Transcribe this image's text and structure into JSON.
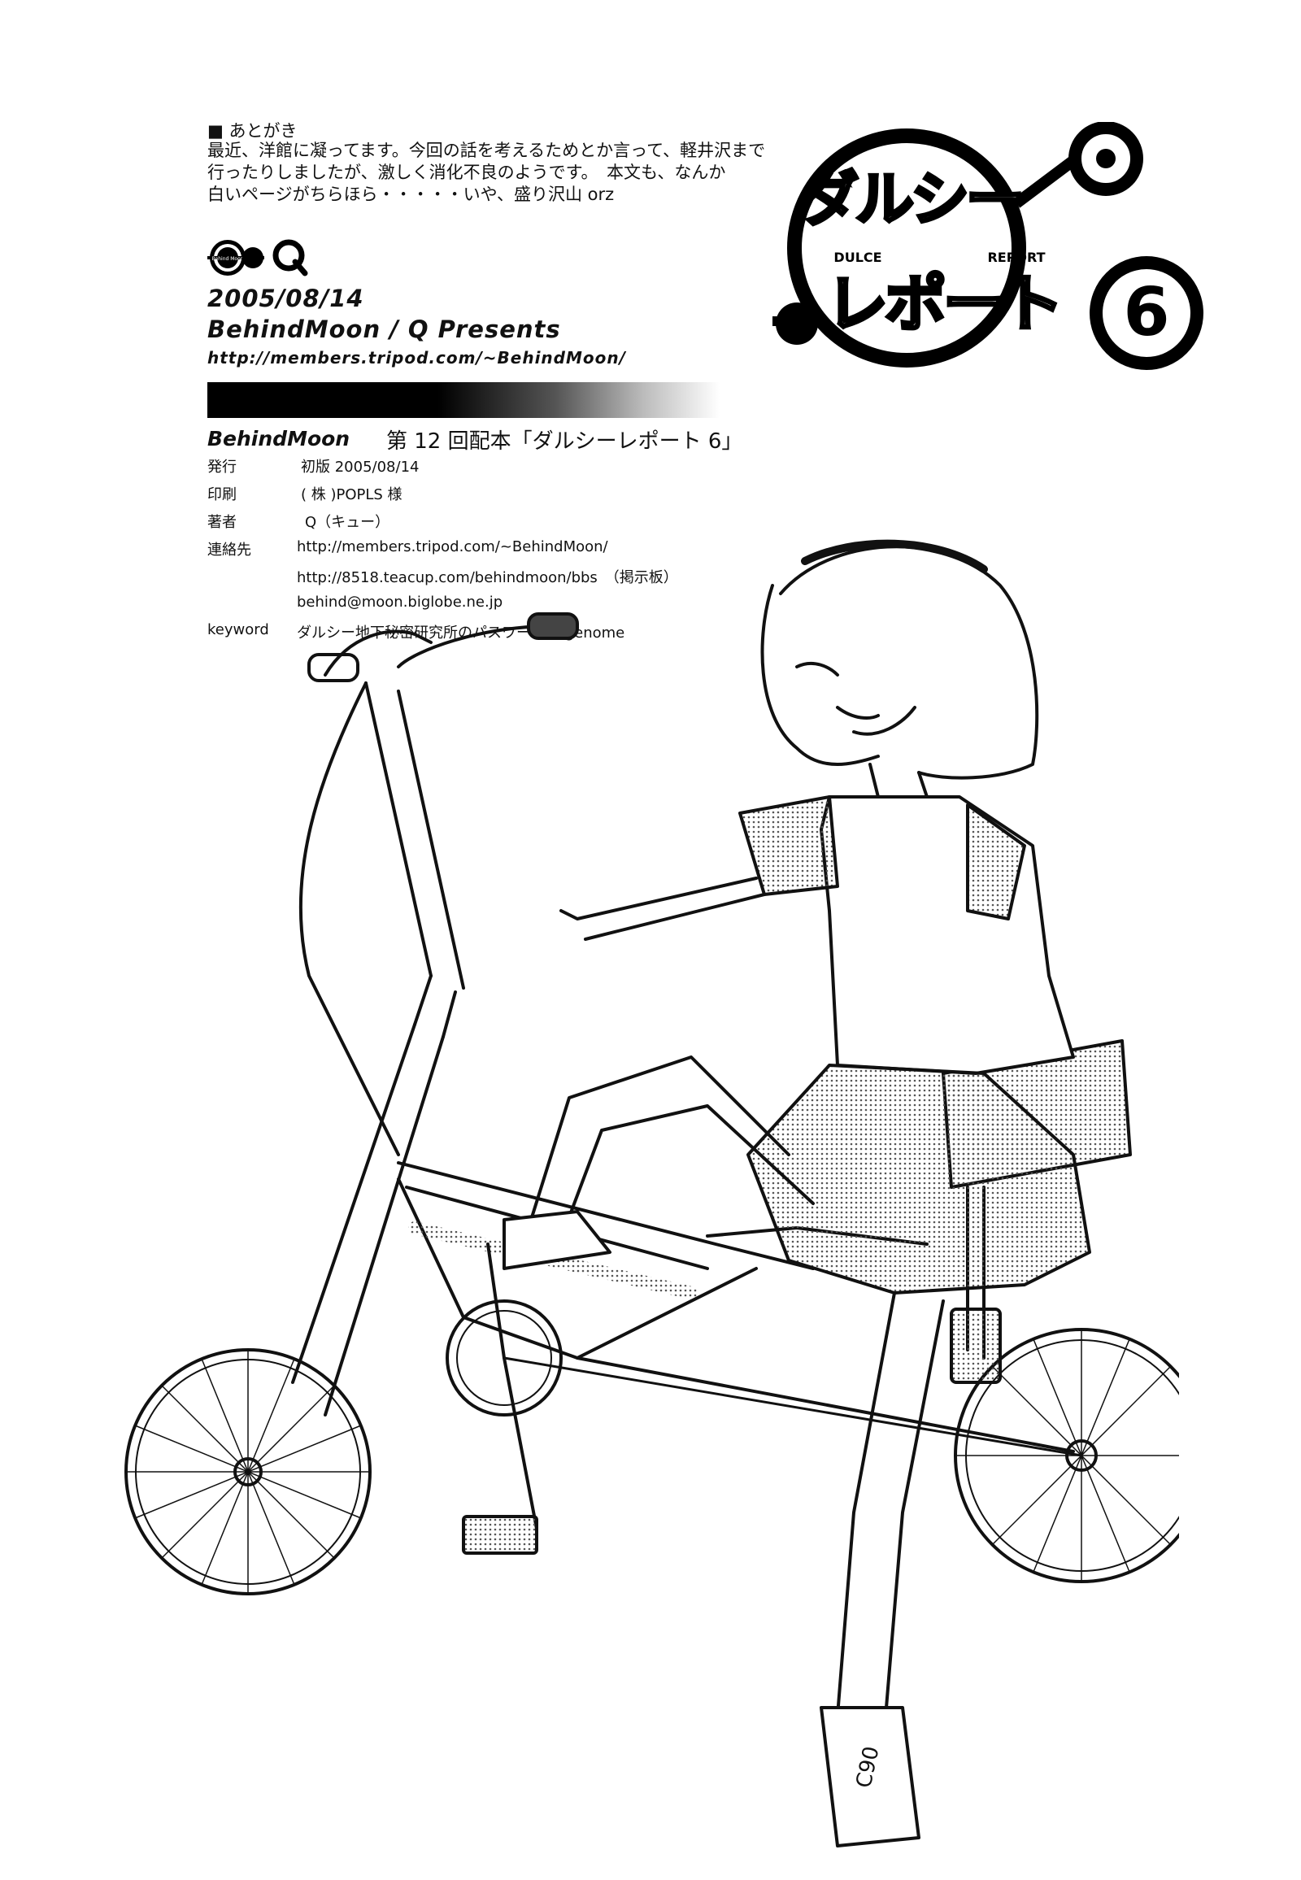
{
  "afterword": {
    "heading": "■ あとがき",
    "lines": [
      "最近、洋館に凝ってます。今回の話を考えるためとか言って、軽井沢まで",
      "行ったりしましたが、激しく消化不良のようです。　本文も、なんか",
      "白いページがちらほら・・・・・いや、盛り沢山 orz"
    ]
  },
  "logos": {
    "circle_logo_icon": "behindmoon-logo",
    "q_logo_icon": "q-magnifier-logo"
  },
  "publish_date": "2005/08/14",
  "presents": "BehindMoon / Q Presents",
  "homepage": "http://members.tripod.com/~BehindMoon/",
  "colophon": {
    "circle": "BehindMoon",
    "issue": "第 12 回配本「ダルシーレポート 6」",
    "rows": [
      {
        "key": "発行",
        "value": "初版 2005/08/14"
      },
      {
        "key": "印刷",
        "value": "( 株 )POPLS 様"
      },
      {
        "key": "著者",
        "value": "Q（キュー）"
      },
      {
        "key": "連絡先",
        "value": "http://members.tripod.com/~BehindMoon/"
      },
      {
        "key": "",
        "value": "http://8518.teacup.com/behindmoon/bbs　（掲示板）"
      },
      {
        "key": "",
        "value": "behind@moon.biglobe.ne.jp"
      },
      {
        "key": "keyword",
        "value": "ダルシー地下秘密研究所のパスワードは genome"
      }
    ]
  },
  "title_logo": {
    "katakana_top": "ダルシー",
    "katakana_bottom": "レポート",
    "number": "6",
    "english_left": "DULCE",
    "english_right": "REPORT"
  },
  "illustration": {
    "icon": "girl-on-folding-bicycle-illustration",
    "shoe_text": "C90"
  }
}
